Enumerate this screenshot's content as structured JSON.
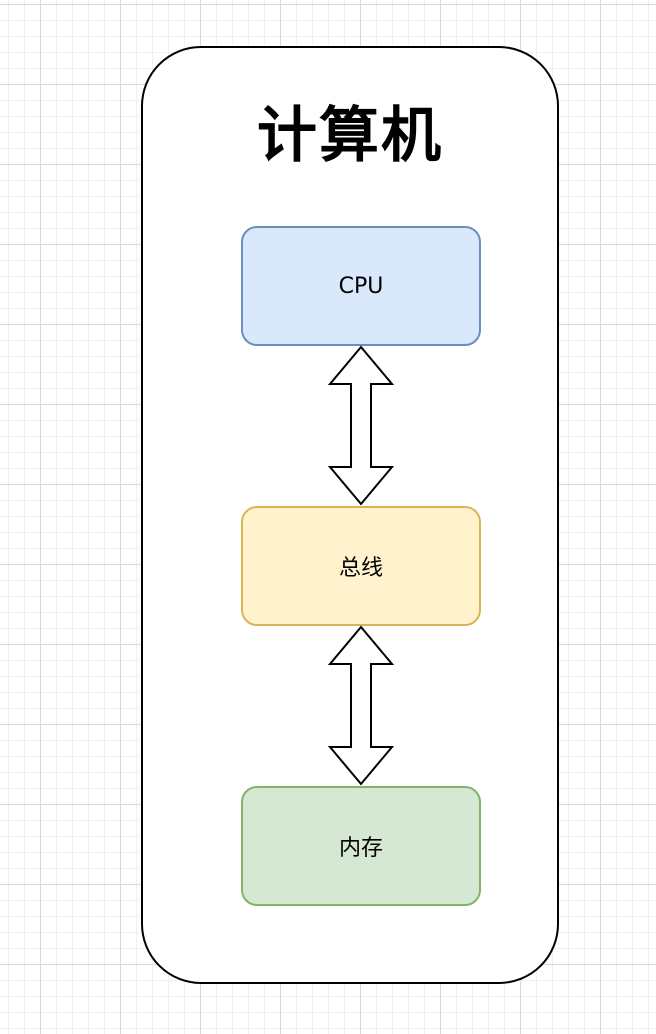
{
  "diagram": {
    "title": "计算机",
    "nodes": [
      {
        "id": "cpu",
        "label": "CPU",
        "fill": "#dae8fc",
        "stroke": "#6c8ebf"
      },
      {
        "id": "bus",
        "label": "总线",
        "fill": "#fff2cc",
        "stroke": "#d6b656"
      },
      {
        "id": "memory",
        "label": "内存",
        "fill": "#d5e8d4",
        "stroke": "#82b366"
      }
    ],
    "connections": [
      {
        "from": "cpu",
        "to": "bus",
        "style": "double-arrow"
      },
      {
        "from": "bus",
        "to": "memory",
        "style": "double-arrow"
      }
    ],
    "colors": {
      "background": "#ffffff",
      "grid": "#d9d9d9",
      "container_stroke": "#000000"
    }
  }
}
